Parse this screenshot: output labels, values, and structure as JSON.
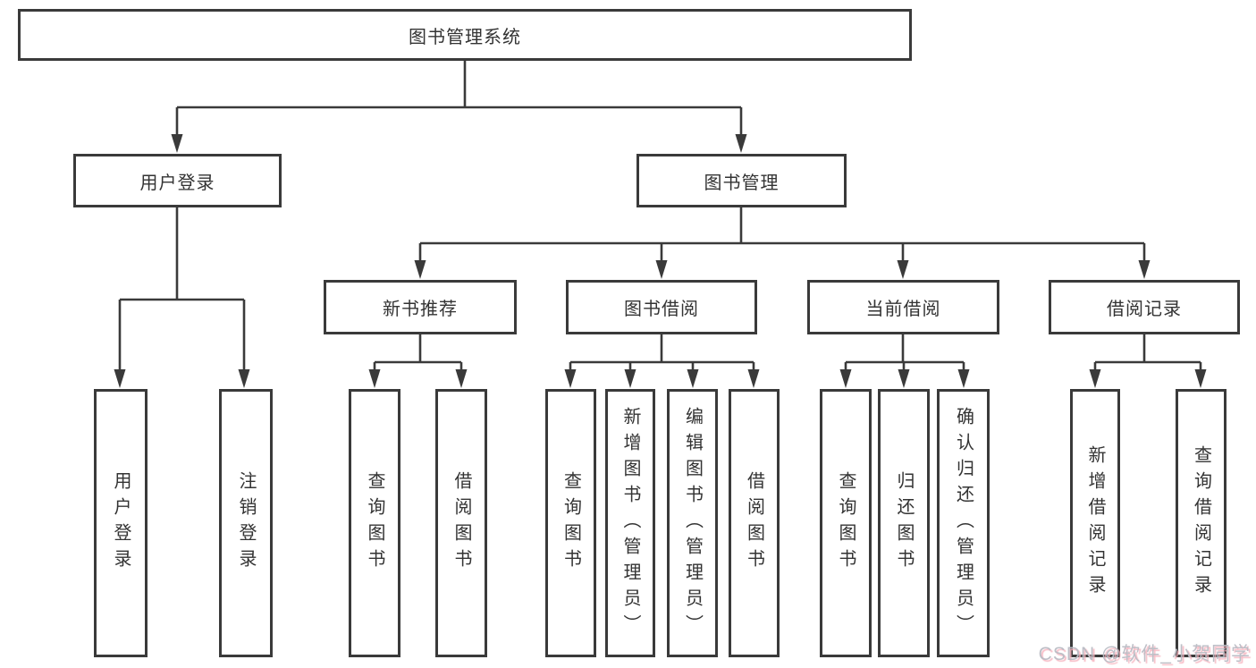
{
  "tree": {
    "root": {
      "label": "图书管理系统"
    },
    "branches": [
      {
        "label": "用户登录",
        "children": [
          {
            "label": "用户登录"
          },
          {
            "label": "注销登录"
          }
        ]
      },
      {
        "label": "图书管理",
        "children": [
          {
            "label": "新书推荐",
            "children": [
              {
                "label": "查询图书"
              },
              {
                "label": "借阅图书"
              }
            ]
          },
          {
            "label": "图书借阅",
            "children": [
              {
                "label": "查询图书"
              },
              {
                "label": "新增图书（管理员）"
              },
              {
                "label": "编辑图书（管理员）"
              },
              {
                "label": "借阅图书"
              }
            ]
          },
          {
            "label": "当前借阅",
            "children": [
              {
                "label": "查询图书"
              },
              {
                "label": "归还图书"
              },
              {
                "label": "确认归还（管理员）"
              }
            ]
          },
          {
            "label": "借阅记录",
            "children": [
              {
                "label": "新增借阅记录"
              },
              {
                "label": "查询借阅记录"
              }
            ]
          }
        ]
      }
    ]
  },
  "watermark": {
    "text": "CSDN @软件_小贺同学"
  },
  "colors": {
    "line": "#3a3a3a",
    "text": "#333333",
    "watermark_pink": "#f6b2be"
  }
}
